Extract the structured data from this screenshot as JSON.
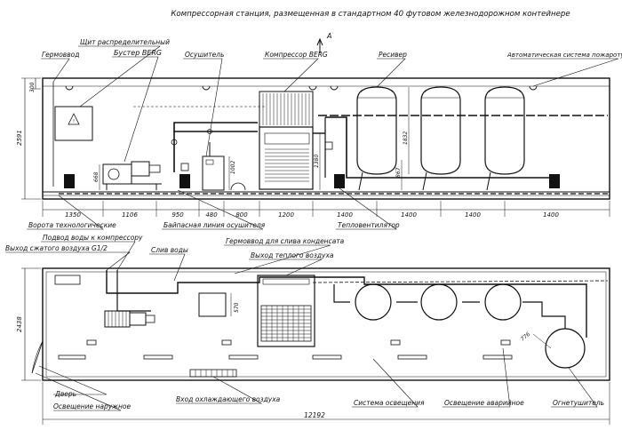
{
  "title": "Компрессорная станция, размещенная в стандартном 40 футовом железнодорожном контейнере",
  "section_mark": "A",
  "side_view": {
    "labels": {
      "hermetic_entry": "Гермоввод",
      "distribution_board": "Щит распределительный",
      "booster": "Бустер BERG",
      "dryer": "Осушитель",
      "compressor": "Компрессор BERG",
      "receiver": "Ресивер",
      "fire_system": "Автоматическая система пожаротушения",
      "gate": "Ворота технологические",
      "bypass": "Байпасная линия осушителя",
      "heat_fan": "Тепловентилятор"
    },
    "dims": {
      "height_total": "2591",
      "top_offset": "300",
      "booster_h": "668",
      "dryer_h": "1002",
      "compressor_h": "1380",
      "receiver_h": "1832",
      "receiver_leg": "867",
      "bottom": [
        "1350",
        "1106",
        "950",
        "480",
        "800",
        "1200",
        "1400",
        "1400",
        "1400",
        "1400"
      ]
    }
  },
  "plan_view": {
    "labels": {
      "water_supply": "Подвод воды к компрессору",
      "air_outlet": "Выход сжатого воздуха G1/2",
      "water_drain": "Слив воды",
      "condensate_entry": "Гермоввод для слива конденсата",
      "warm_air_outlet": "Выход теплого воздуха",
      "door": "Дверь",
      "outdoor_light": "Освещение наружное",
      "cooling_air_inlet": "Вход охлаждающего воздуха",
      "lighting_system": "Система освещения",
      "emergency_light": "Освещение аварийное",
      "extinguisher": "Огнетушитель"
    },
    "dims": {
      "width_total": "2438",
      "length_total": "12192",
      "dryer_w": "570",
      "receiver_d": "776"
    }
  }
}
